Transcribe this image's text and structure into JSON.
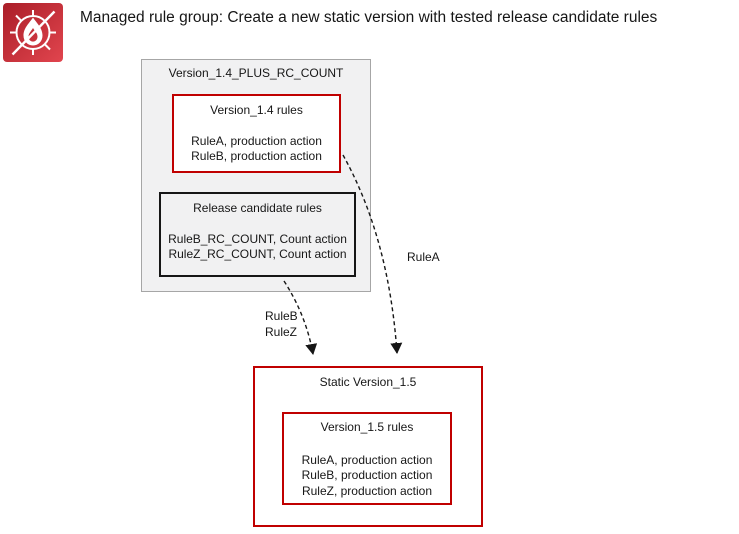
{
  "header": {
    "icon": "aws-waf-flame-target-icon",
    "title": "Managed rule group: Create a new static version with tested release candidate rules"
  },
  "colors": {
    "accent_red": "#c00000",
    "box_border_gray": "#a6a6a6",
    "box_fill_gray": "#f1f1f2",
    "text_black": "#161616",
    "icon_red_dark": "#aa1e28",
    "icon_red_light": "#e1454e"
  },
  "rule_group": {
    "title": "Version_1.4_PLUS_RC_COUNT",
    "version_rules": {
      "title": "Version_1.4 rules",
      "rules": [
        "RuleA, production action",
        "RuleB, production action"
      ]
    },
    "release_candidate_rules": {
      "title": "Release candidate rules",
      "rules": [
        "RuleB_RC_COUNT, Count action",
        "RuleZ_RC_COUNT, Count action"
      ]
    }
  },
  "static_version": {
    "title": "Static Version_1.5",
    "version_rules": {
      "title": "Version_1.5 rules",
      "rules": [
        "RuleA, production action",
        "RuleB, production action",
        "RuleZ, production action"
      ]
    }
  },
  "arrows": {
    "rulea_label": "RuleA",
    "ruleb_rulez_labels": [
      "RuleB",
      "RuleZ"
    ]
  }
}
